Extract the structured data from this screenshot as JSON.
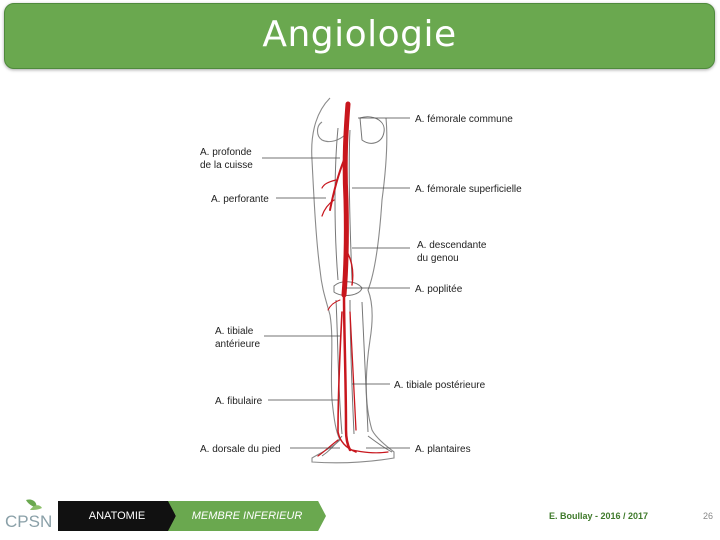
{
  "header": {
    "title": "Angiologie"
  },
  "figure": {
    "labels": {
      "femorale_commune": "A. fémorale commune",
      "profonde_1": "A. profonde",
      "profonde_2": "de la cuisse",
      "femorale_superficielle": "A. fémorale superficielle",
      "perforante": "A. perforante",
      "descendante_1": "A. descendante",
      "descendante_2": "du genou",
      "poplitee": "A. poplitée",
      "tibiale_ant_1": "A. tibiale",
      "tibiale_ant_2": "antérieure",
      "tibiale_post": "A. tibiale postérieure",
      "fibulaire": "A. fibulaire",
      "dorsale": "A. dorsale du pied",
      "plantaires": "A. plantaires"
    },
    "colors": {
      "artery": "#c8161d",
      "bone": "#777777",
      "leader": "#444444"
    }
  },
  "footer": {
    "logo_text": "CPSN",
    "section_label": "ANATOMIE",
    "topic_label": "MEMBRE INFERIEUR",
    "author": "E. Boullay - 2016 / 2017",
    "page_number": "26"
  }
}
